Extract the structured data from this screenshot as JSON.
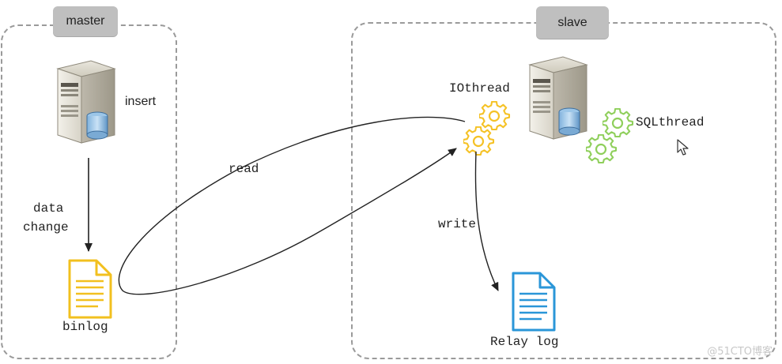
{
  "master": {
    "tag": "master",
    "insert_label": "insert",
    "data_change_line1": "data",
    "data_change_line2": "change",
    "binlog_label": "binlog"
  },
  "slave": {
    "tag": "slave",
    "iothread_label": "IOthread",
    "sqlthread_label": "SQLthread",
    "write_label": "write",
    "relay_log_label": "Relay log"
  },
  "arrows": {
    "read_label": "read"
  },
  "watermark": "@51CTO博客",
  "colors": {
    "doc_yellow": "#f2c01f",
    "doc_blue": "#2a96d8",
    "gear_yellow": "#f5c226",
    "gear_green": "#8fcf5b",
    "tag_gray": "#bfbfbf",
    "dashed_border": "#9a9a9a"
  }
}
